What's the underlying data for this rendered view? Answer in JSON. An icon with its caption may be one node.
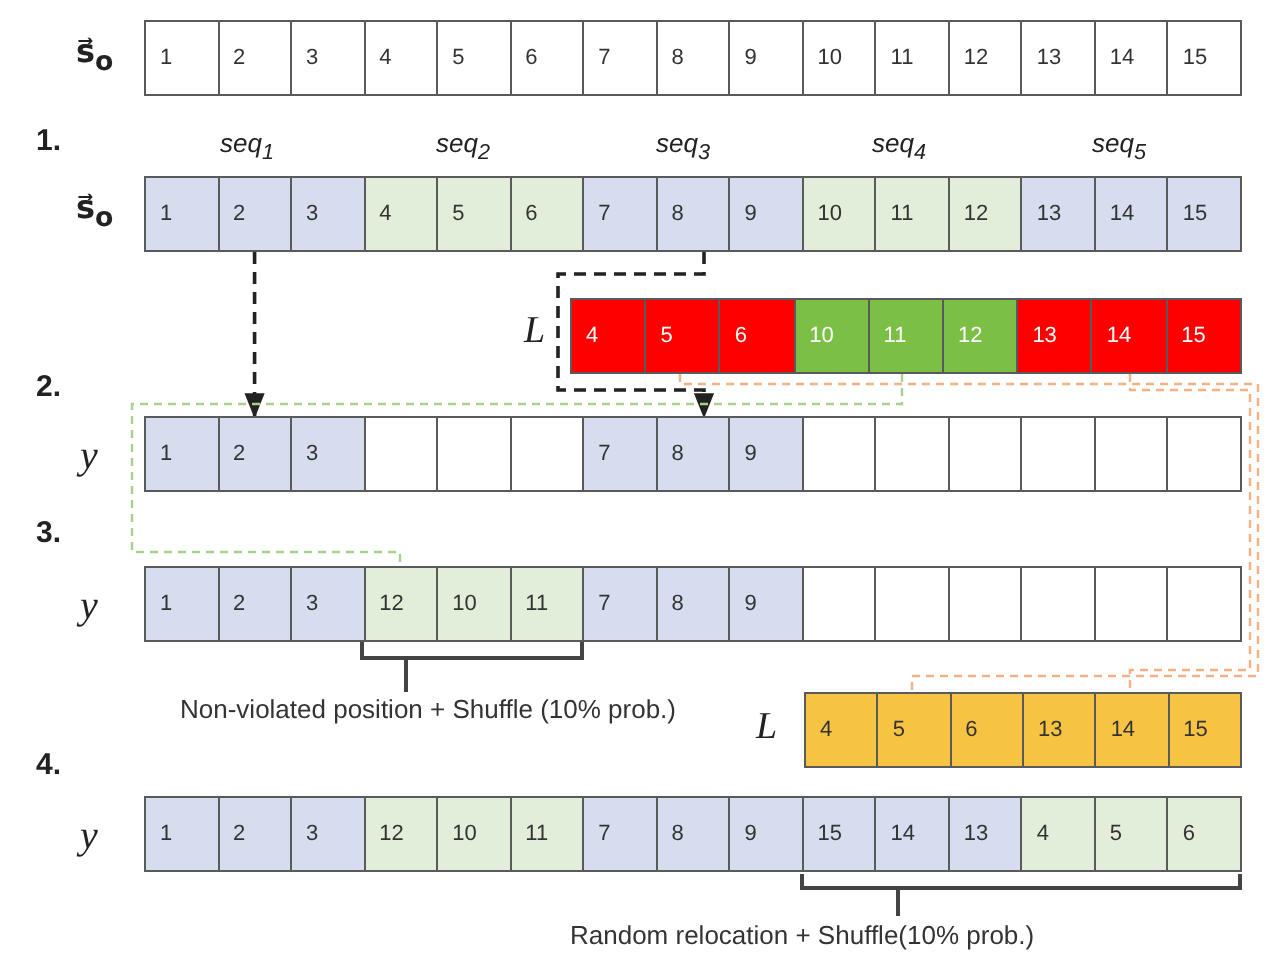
{
  "diagram": {
    "nodes": [
      {
        "text": [
          "1"
        ]
      },
      {
        "text": [
          "2"
        ]
      },
      {
        "text": [
          "3"
        ]
      },
      {
        "text": [
          "4"
        ]
      },
      {
        "text": [
          "5"
        ]
      },
      {
        "text": [
          "6"
        ]
      },
      {
        "text": [
          "7"
        ]
      },
      {
        "text": [
          "8"
        ]
      },
      {
        "text": [
          "9"
        ]
      },
      {
        "text": [
          "10"
        ]
      },
      {
        "text": [
          "11"
        ]
      },
      {
        "text": [
          "12"
        ]
      },
      {
        "text": [
          "13"
        ]
      },
      {
        "text": [
          "14"
        ]
      },
      {
        "text": [
          "15"
        ]
      },
      {
        "text": [
          "1"
        ]
      },
      {
        "text": [
          "2"
        ]
      },
      {
        "text": [
          "3"
        ]
      },
      {
        "text": [
          "4"
        ]
      },
      {
        "text": [
          "5"
        ]
      },
      {
        "text": [
          "6"
        ]
      },
      {
        "text": [
          "7"
        ]
      },
      {
        "text": [
          "8"
        ]
      },
      {
        "text": [
          "9"
        ]
      },
      {
        "text": [
          "10"
        ]
      },
      {
        "text": [
          "11"
        ]
      },
      {
        "text": [
          "12"
        ]
      },
      {
        "text": [
          "13"
        ]
      },
      {
        "text": [
          "14"
        ]
      },
      {
        "text": [
          "15"
        ]
      },
      {
        "text": [
          "4"
        ]
      },
      {
        "text": [
          "5"
        ]
      },
      {
        "text": [
          "6"
        ]
      },
      {
        "text": [
          "10"
        ]
      },
      {
        "text": [
          "11"
        ]
      },
      {
        "text": [
          "12"
        ]
      },
      {
        "text": [
          "13"
        ]
      },
      {
        "text": [
          "14"
        ]
      },
      {
        "text": [
          "15"
        ]
      },
      {
        "text": [
          "1"
        ]
      },
      {
        "text": [
          "2"
        ]
      },
      {
        "text": [
          "3"
        ]
      },
      {
        "text": [],
        "shape": "box"
      },
      {
        "text": [],
        "shape": "box"
      },
      {
        "text": [],
        "shape": "box"
      },
      {
        "text": [
          "7"
        ]
      },
      {
        "text": [
          "8"
        ]
      },
      {
        "text": [
          "9"
        ]
      },
      {
        "text": [],
        "shape": "box"
      },
      {
        "text": [],
        "shape": "box"
      },
      {
        "text": [],
        "shape": "box"
      },
      {
        "text": [],
        "shape": "box"
      },
      {
        "text": [],
        "shape": "box"
      },
      {
        "text": [],
        "shape": "box"
      },
      {
        "text": [
          "1"
        ]
      },
      {
        "text": [
          "2"
        ]
      },
      {
        "text": [
          "3"
        ]
      },
      {
        "text": [
          "12"
        ]
      },
      {
        "text": [
          "10"
        ]
      },
      {
        "text": [
          "11"
        ]
      },
      {
        "text": [
          "7"
        ]
      },
      {
        "text": [
          "8"
        ]
      },
      {
        "text": [
          "9"
        ]
      },
      {
        "text": [],
        "shape": "box"
      },
      {
        "text": [],
        "shape": "box"
      },
      {
        "text": [],
        "shape": "box"
      },
      {
        "text": [],
        "shape": "box"
      },
      {
        "text": [],
        "shape": "box"
      },
      {
        "text": [],
        "shape": "box"
      },
      {
        "text": [
          "4"
        ]
      },
      {
        "text": [
          "5"
        ]
      },
      {
        "text": [
          "6"
        ]
      },
      {
        "text": [
          "13"
        ]
      },
      {
        "text": [
          "14"
        ]
      },
      {
        "text": [
          "15"
        ]
      },
      {
        "text": [
          "1"
        ]
      },
      {
        "text": [
          "2"
        ]
      },
      {
        "text": [
          "3"
        ]
      },
      {
        "text": [
          "12"
        ]
      },
      {
        "text": [
          "10"
        ]
      },
      {
        "text": [
          "11"
        ]
      },
      {
        "text": [
          "7"
        ]
      },
      {
        "text": [
          "8"
        ]
      },
      {
        "text": [
          "9"
        ]
      },
      {
        "text": [
          "15"
        ]
      },
      {
        "text": [
          "14"
        ]
      },
      {
        "text": [
          "13"
        ]
      },
      {
        "text": [
          "4"
        ]
      },
      {
        "text": [
          "5"
        ]
      },
      {
        "text": [
          "6"
        ]
      }
    ],
    "edges": [
      {
        "from": 16,
        "to": 40,
        "arrow": "to",
        "style": "dashed"
      },
      {
        "from": 22,
        "to": 46,
        "arrow": "to",
        "style": "dashed"
      },
      {
        "from": 34,
        "to": 57,
        "arrow": "none",
        "style": "dashed",
        "color": "#a9d18e"
      },
      {
        "from": 31,
        "to": 70,
        "arrow": "none",
        "style": "dashed",
        "color": "#f4b183"
      },
      {
        "from": 37,
        "to": 73,
        "arrow": "none",
        "style": "dashed",
        "color": "#f4b183"
      }
    ],
    "labels": [
      "s⃗$_{o}$",
      "1.",
      "seq$_{1}$",
      "seq$_{2}$",
      "seq$_{3}$",
      "seq$_{4}$",
      "seq$_{5}$",
      "s⃗$_{o}$",
      "L",
      "2.",
      "y",
      "3.",
      "y",
      "Non-violated position + Shuffle (10% prob.)",
      "L",
      "4.",
      "y",
      "Random relocation + Shuffle(10% prob.)"
    ]
  }
}
